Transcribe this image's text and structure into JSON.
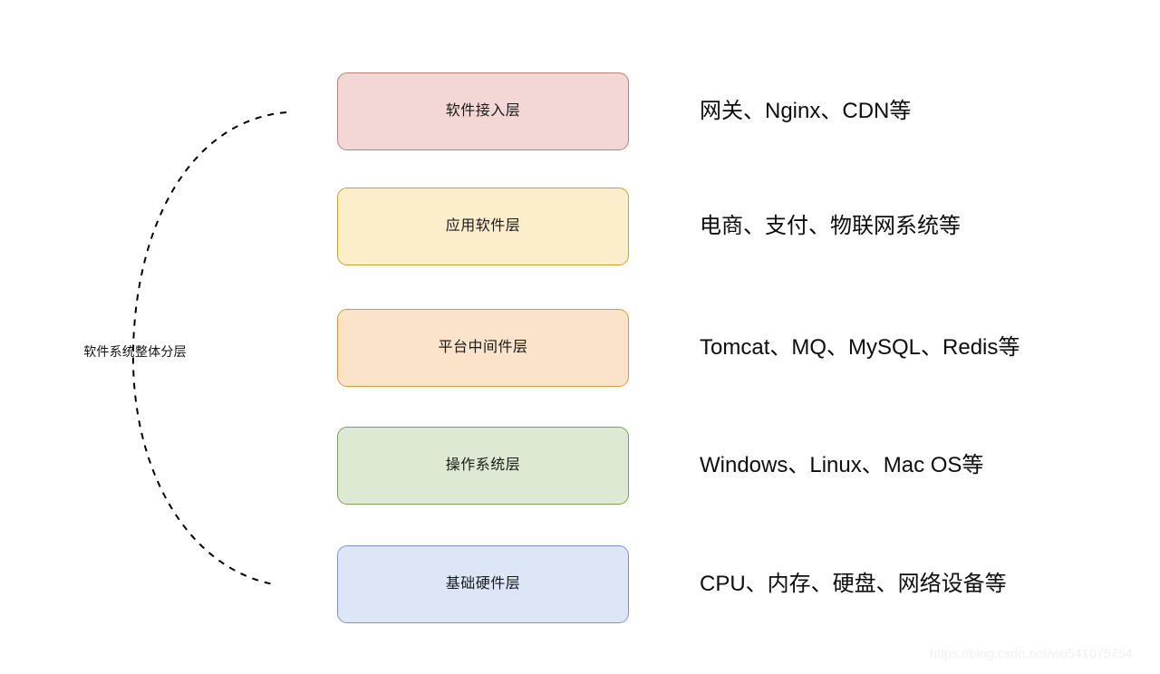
{
  "diagram": {
    "title": "软件系统整体分层",
    "group_label": "软件系统整体分层",
    "brace": {
      "style": "dashed-arc",
      "color": "#000000"
    },
    "layers": [
      {
        "name": "软件接入层",
        "description": "网关、Nginx、CDN等",
        "fill": "#f2d7d5",
        "border": "#b5827d"
      },
      {
        "name": "应用软件层",
        "description": "电商、支付、物联网系统等",
        "fill": "#fceecb",
        "border": "#c9a227"
      },
      {
        "name": "平台中间件层",
        "description": "Tomcat、MQ、MySQL、Redis等",
        "fill": "#fae3c8",
        "border": "#d99a3a"
      },
      {
        "name": "操作系统层",
        "description": "Windows、Linux、Mac OS等",
        "fill": "#dde9d2",
        "border": "#7ba05b"
      },
      {
        "name": "基础硬件层",
        "description": "CPU、内存、硬盘、网络设备等",
        "fill": "#dde6f7",
        "border": "#7b93c4"
      }
    ]
  },
  "watermark": {
    "text": "https://blog.csdn.net/wo541075754"
  }
}
